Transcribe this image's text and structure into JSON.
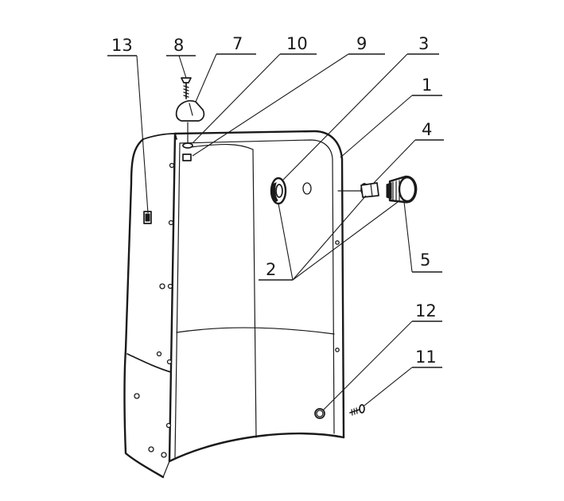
{
  "labels": {
    "l1": "1",
    "l2": "2",
    "l3": "3",
    "l4": "4",
    "l5": "5",
    "l7": "7",
    "l8": "8",
    "l9": "9",
    "l10": "10",
    "l11": "11",
    "l12": "12",
    "l13": "13"
  },
  "colors": {
    "ink": "#1a1a1a",
    "paper": "#ffffff"
  }
}
